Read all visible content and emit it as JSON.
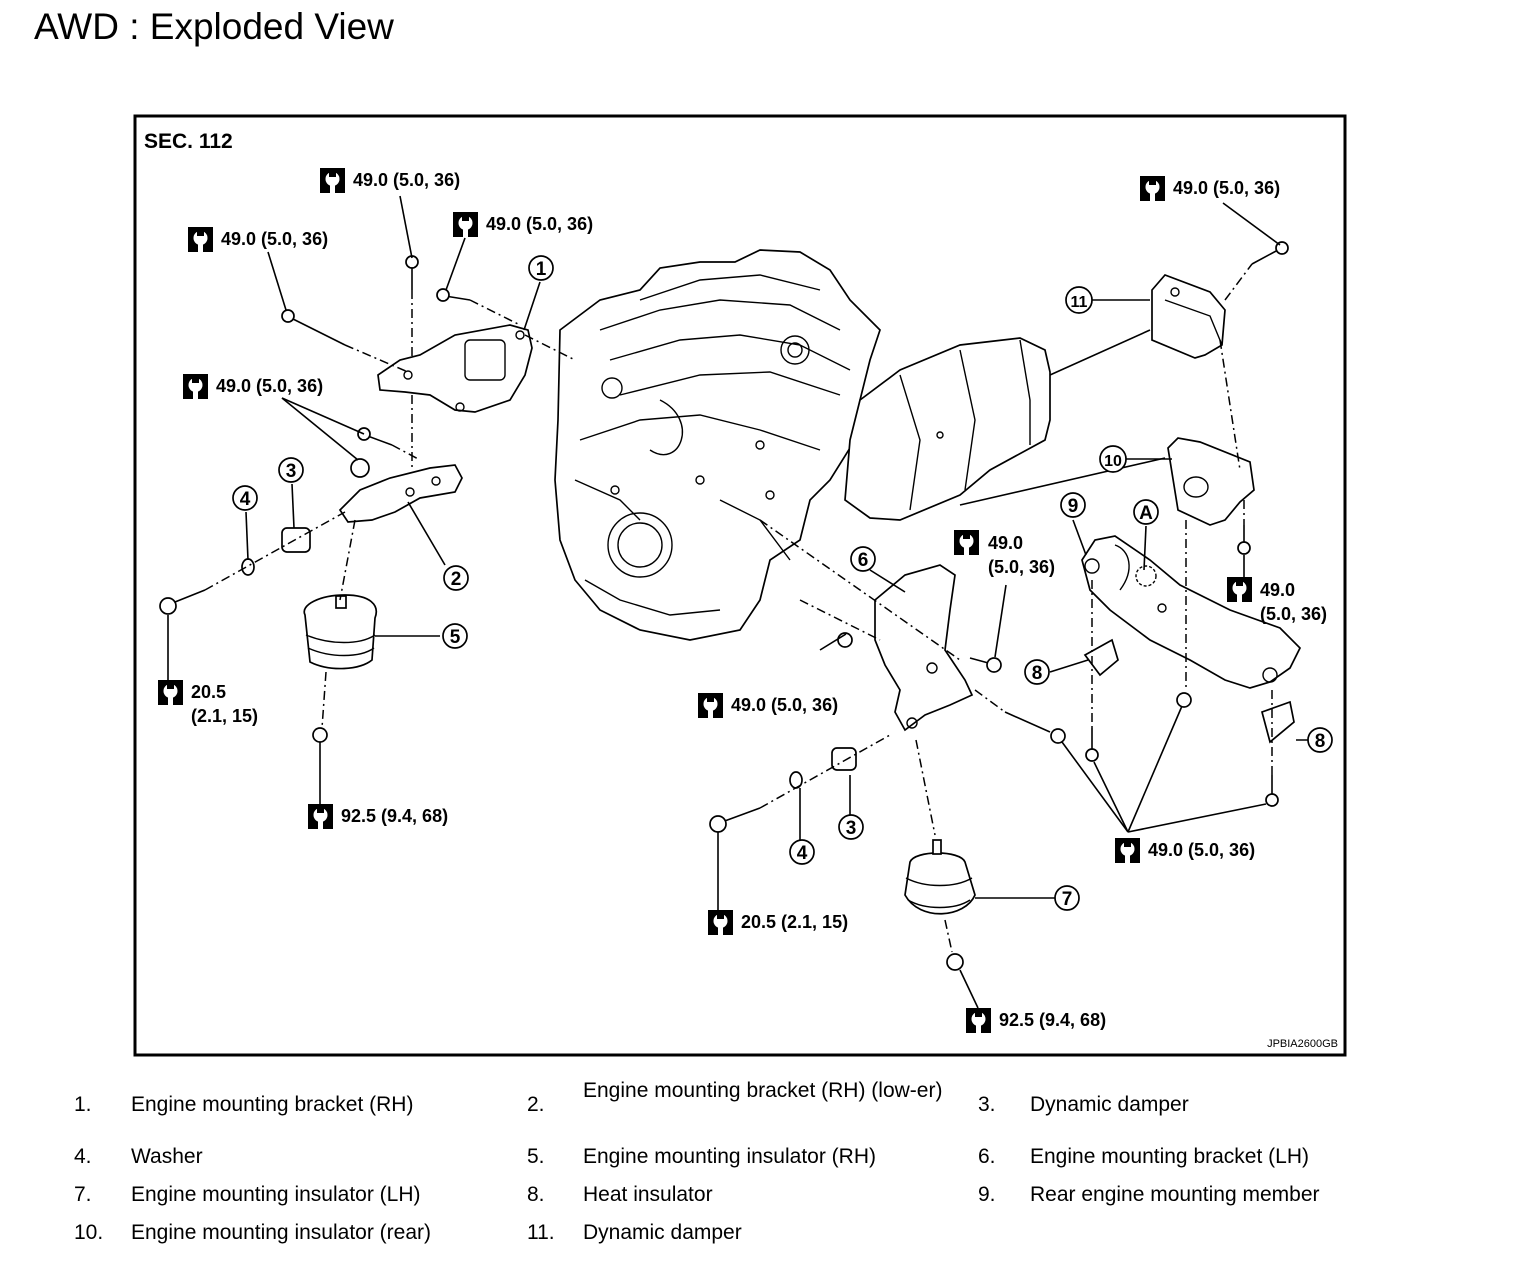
{
  "title": "AWD : Exploded View",
  "section_label": "SEC. 112",
  "figure_code": "JPBIA2600GB",
  "callouts": [
    "1",
    "2",
    "3",
    "4",
    "5",
    "6",
    "7",
    "8",
    "9",
    "10",
    "11",
    "A"
  ],
  "torque": {
    "t1": "49.0 (5.0, 36)",
    "t2": "49.0 (5.0, 36)",
    "t3": "49.0 (5.0, 36)",
    "t4": "49.0 (5.0, 36)",
    "t5": "49.0 (5.0, 36)",
    "t6a": "49.0",
    "t6b": "(5.0, 36)",
    "t7a": "49.0",
    "t7b": "(5.0, 36)",
    "t8a": "20.5",
    "t8b": "(2.1, 15)",
    "t9": "92.5 (9.4, 68)",
    "t10": "49.0 (5.0, 36)",
    "t11": "20.5 (2.1, 15)",
    "t12": "92.5 (9.4, 68)",
    "t13": "49.0 (5.0, 36)"
  },
  "legend": [
    {
      "num": "1.",
      "text": "Engine mounting bracket (RH)"
    },
    {
      "num": "2.",
      "text": "Engine mounting bracket (RH) (low-er)"
    },
    {
      "num": "3.",
      "text": "Dynamic damper"
    },
    {
      "num": "4.",
      "text": "Washer"
    },
    {
      "num": "5.",
      "text": "Engine mounting insulator (RH)"
    },
    {
      "num": "6.",
      "text": "Engine mounting bracket (LH)"
    },
    {
      "num": "7.",
      "text": "Engine mounting insulator (LH)"
    },
    {
      "num": "8.",
      "text": "Heat insulator"
    },
    {
      "num": "9.",
      "text": "Rear engine mounting member"
    },
    {
      "num": "10.",
      "text": "Engine mounting insulator (rear)"
    },
    {
      "num": "11.",
      "text": "Dynamic damper"
    }
  ]
}
